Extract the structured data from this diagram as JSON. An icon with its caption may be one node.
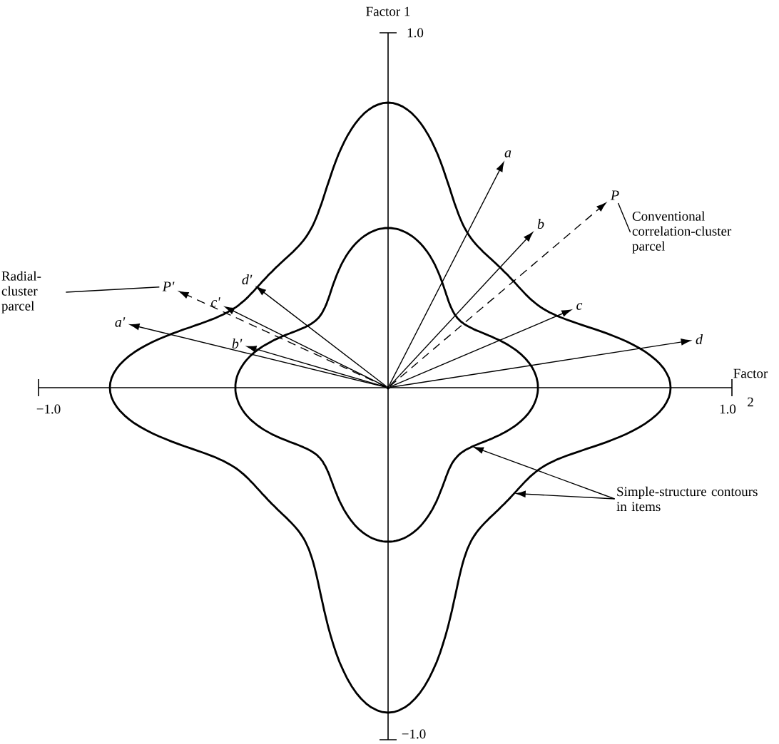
{
  "diagram": {
    "nodes": [
      {
        "text": [
          "a"
        ]
      },
      {
        "text": [
          "b"
        ]
      },
      {
        "text": [
          "c"
        ]
      },
      {
        "text": [
          "d"
        ]
      },
      {
        "text": [
          "P"
        ]
      },
      {
        "text": [
          "Conventional correlation-cluster parcel"
        ]
      },
      {
        "text": [
          "Radial-cluster parcel"
        ]
      },
      {
        "text": [
          "P'"
        ]
      },
      {
        "text": [
          "a'"
        ]
      },
      {
        "text": [
          "b'"
        ]
      },
      {
        "text": [
          "c'"
        ]
      },
      {
        "text": [
          "d'"
        ]
      },
      {
        "text": [
          "Simple-structure contours in items"
        ]
      },
      {
        "text": [],
        "shape": "point"
      }
    ],
    "edges": [
      {
        "from": 13,
        "to": 0,
        "arrow": "to"
      },
      {
        "from": 13,
        "to": 1,
        "arrow": "to"
      },
      {
        "from": 13,
        "to": 2,
        "arrow": "to"
      },
      {
        "from": 13,
        "to": 3,
        "arrow": "to"
      },
      {
        "from": 13,
        "to": 4,
        "arrow": "to",
        "style": "dashed"
      },
      {
        "from": 5,
        "to": 4,
        "arrow": "none"
      },
      {
        "from": 13,
        "to": 7,
        "arrow": "to",
        "style": "dashed"
      },
      {
        "from": 6,
        "to": 7,
        "arrow": "none"
      },
      {
        "from": 13,
        "to": 8,
        "arrow": "to"
      },
      {
        "from": 13,
        "to": 9,
        "arrow": "to"
      },
      {
        "from": 13,
        "to": 10,
        "arrow": "to"
      },
      {
        "from": 13,
        "to": 11,
        "arrow": "to"
      },
      {
        "from": 12,
        "to": null,
        "arrow": "to"
      },
      {
        "from": 12,
        "to": null,
        "arrow": "to"
      }
    ],
    "labels": [
      "Factor 1",
      "1.0",
      "Factor",
      "2",
      "−1.0",
      "1.0",
      "−1.0"
    ]
  }
}
